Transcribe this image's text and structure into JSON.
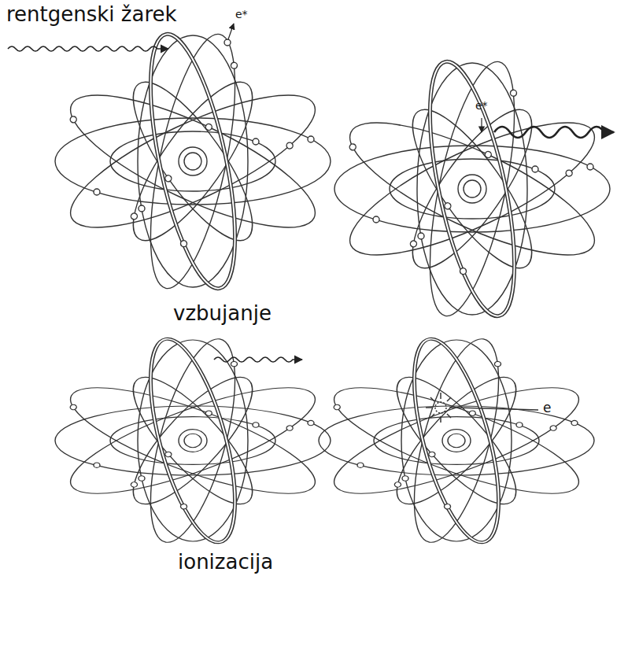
{
  "diagram": {
    "labels": [
      "rentgenski žarek",
      "e*",
      "e*",
      "vzbujanje",
      "e",
      "ionizacija"
    ]
  }
}
